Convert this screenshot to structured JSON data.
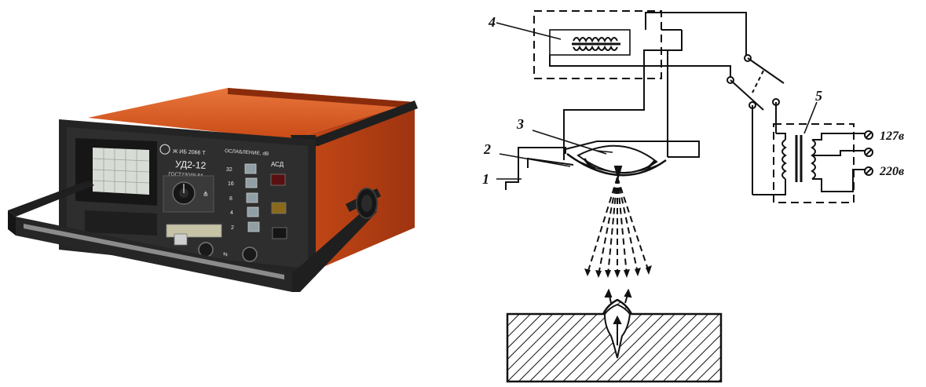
{
  "device": {
    "model": "УД2-12",
    "standard": "ГОСТ23049-84",
    "attenuation_label": "ОСЛАБЛЕНИЕ, dB",
    "attenuation_steps": [
      "32",
      "16",
      "8",
      "4",
      "2"
    ],
    "asd_label": "АСД",
    "brand_badge": "Ж ИБ 2066 Т"
  },
  "diagram": {
    "labels": [
      "1",
      "2",
      "3",
      "4",
      "5"
    ],
    "voltage_taps": [
      "127в",
      "220в"
    ]
  },
  "colors": {
    "device_body": "#d9561f",
    "device_panel": "#2a2a2a",
    "screen": "#d7ddd4",
    "ink": "#111111"
  }
}
